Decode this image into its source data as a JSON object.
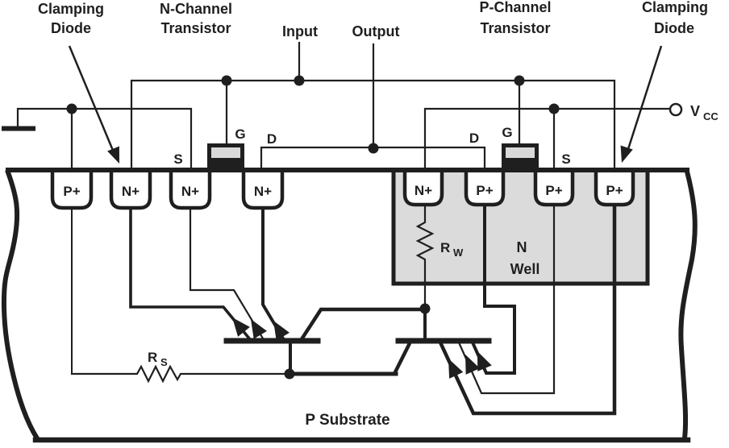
{
  "labels": {
    "clamp_left": {
      "line1": "Clamping",
      "line2": "Diode"
    },
    "nmos_title": {
      "line1": "N-Channel",
      "line2": "Transistor"
    },
    "input": "Input",
    "output": "Output",
    "pmos_title": {
      "line1": "P-Channel",
      "line2": "Transistor"
    },
    "clamp_right": {
      "line1": "Clamping",
      "line2": "Diode"
    },
    "vcc": {
      "base": "V",
      "sub": "CC"
    },
    "nmos": {
      "g": "G",
      "d": "D",
      "s": "S"
    },
    "pmos": {
      "g": "G",
      "d": "D",
      "s": "S"
    },
    "left_diffusions": [
      "P+",
      "N+",
      "N+",
      "N+"
    ],
    "nwell_diffusions": [
      "N+",
      "P+",
      "P+",
      "P+"
    ],
    "rs": {
      "base": "R",
      "sub": "S"
    },
    "rw": {
      "base": "R",
      "sub": "W"
    },
    "nwell": {
      "line1": "N",
      "line2": "Well"
    },
    "substrate": "P Substrate"
  },
  "colors": {
    "ink": "#1f1f1f",
    "nwell_fill": "#dbdbdb",
    "gate_oxide_fill": "#d9d9d9",
    "background": "#ffffff"
  }
}
